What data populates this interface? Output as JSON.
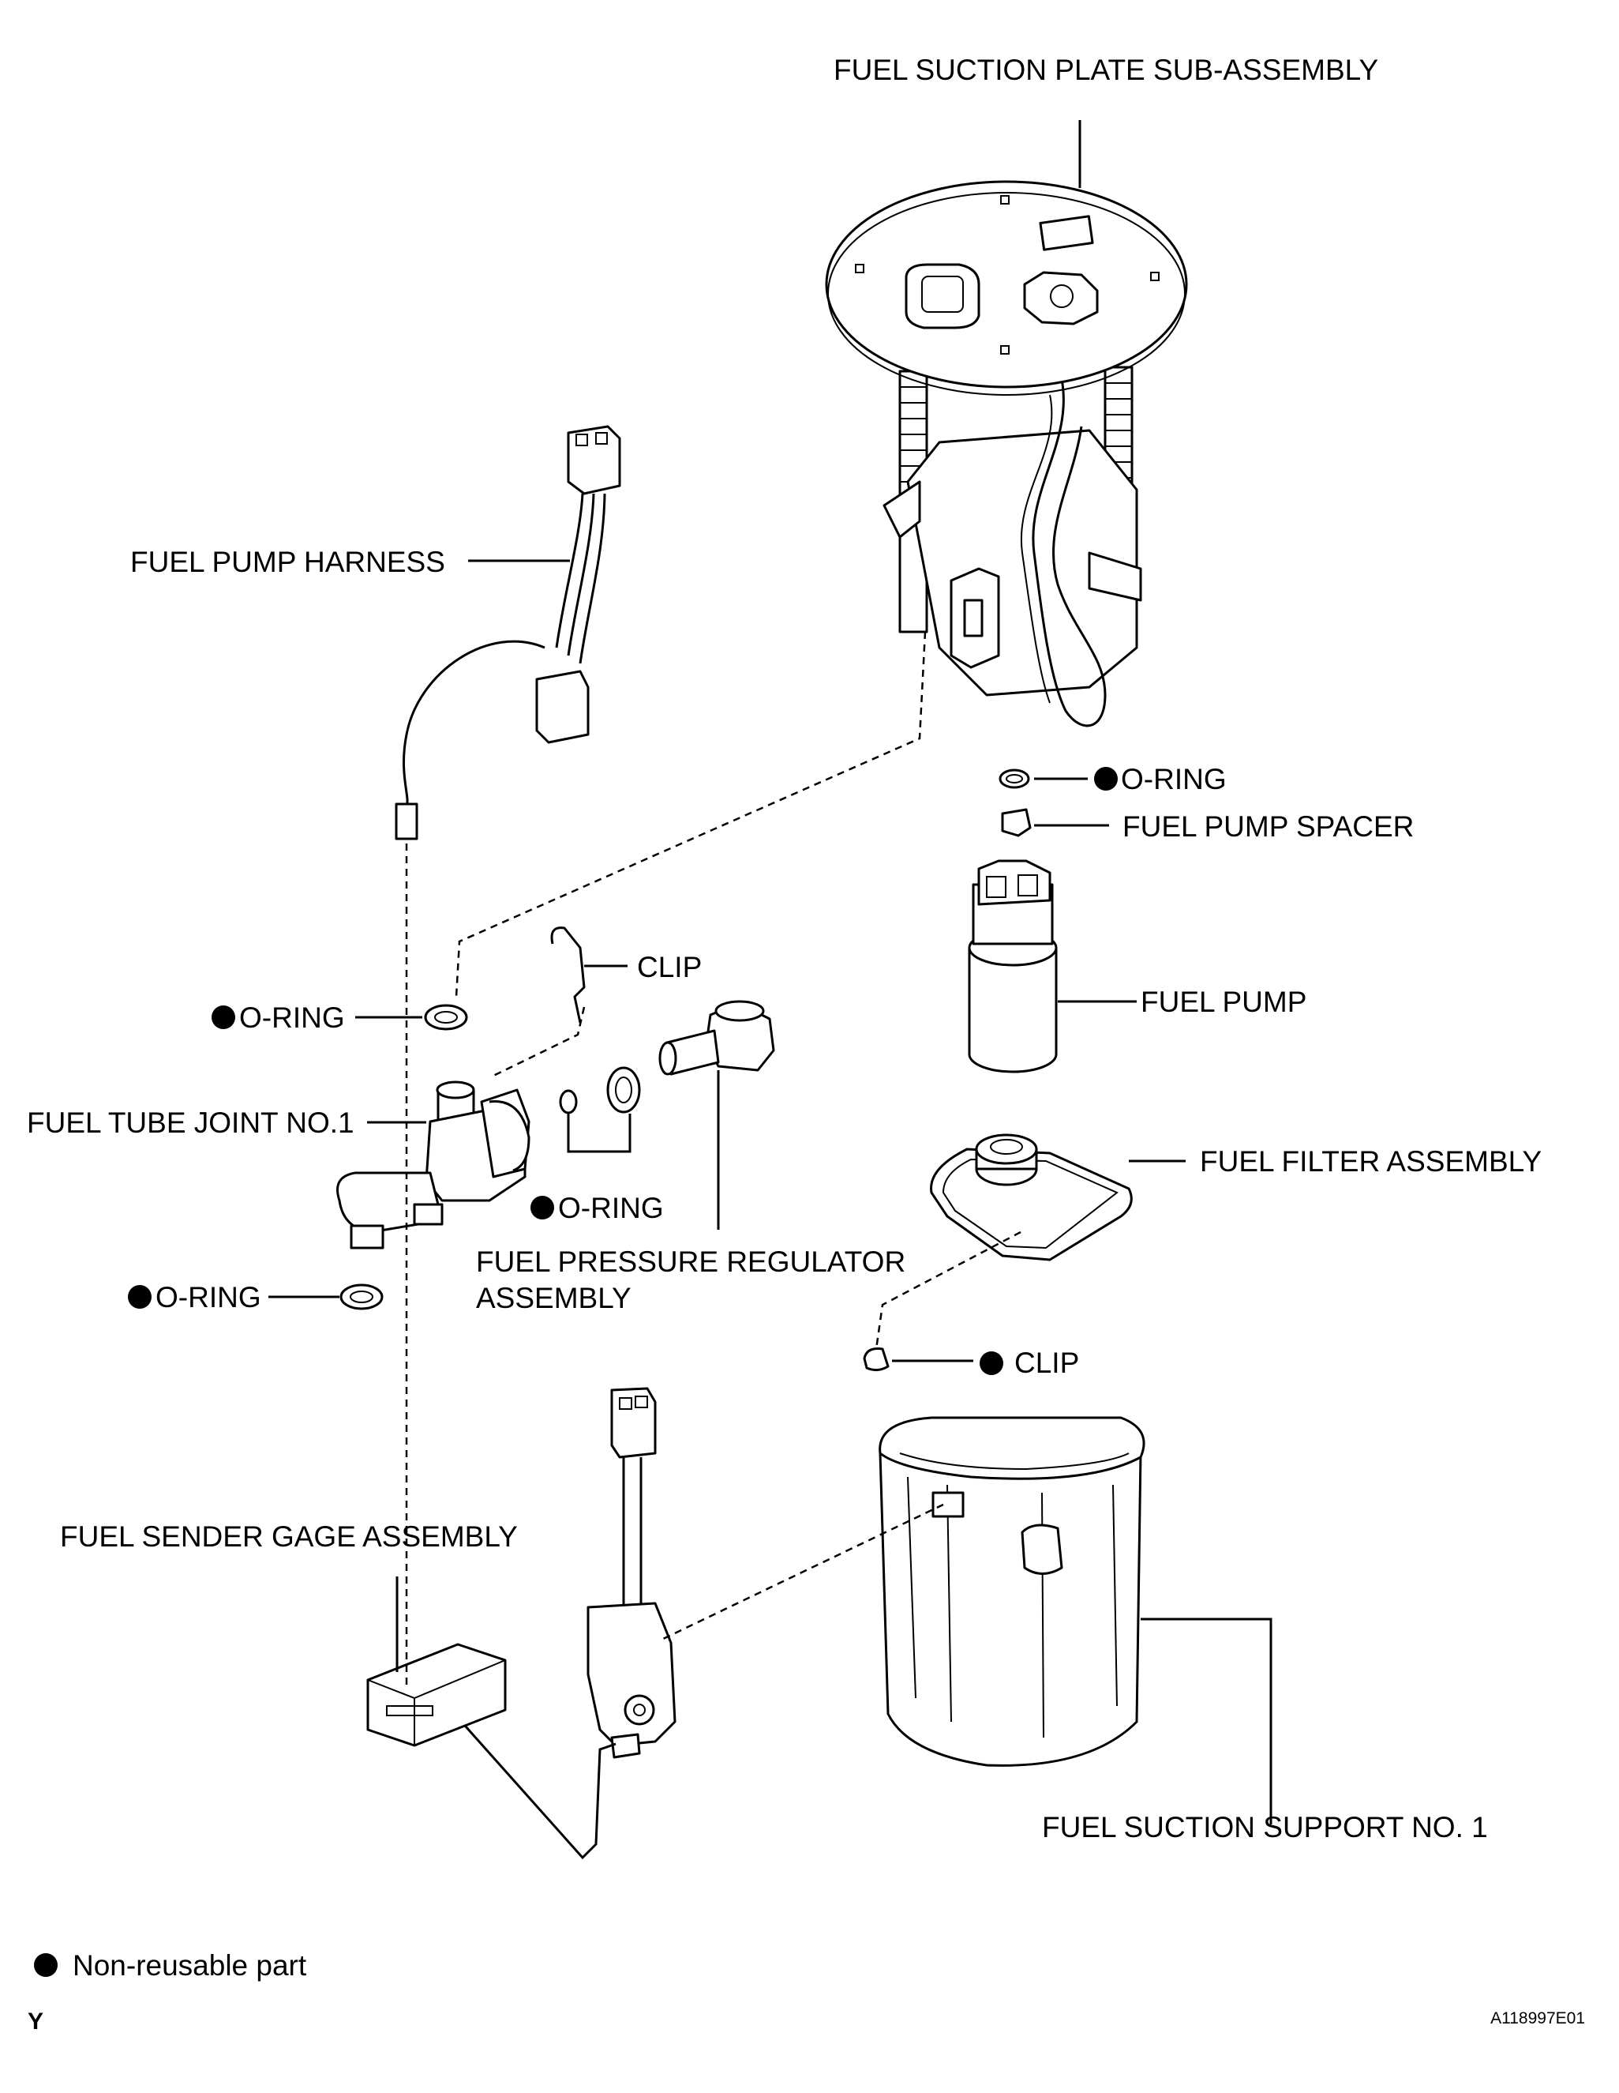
{
  "labels": {
    "fuel_suction_plate": "FUEL SUCTION PLATE SUB-ASSEMBLY",
    "fuel_pump_harness": "FUEL PUMP HARNESS",
    "o_ring_pump_top": "O-RING",
    "fuel_pump_spacer": "FUEL PUMP SPACER",
    "clip_upper": "CLIP",
    "o_ring_left": "O-RING",
    "fuel_pump": "FUEL PUMP",
    "fuel_tube_joint": "FUEL TUBE JOINT NO.1",
    "fuel_filter": "FUEL FILTER ASSEMBLY",
    "o_ring_regulator": "O-RING",
    "fuel_pressure_regulator_line1": "FUEL PRESSURE REGULATOR",
    "fuel_pressure_regulator_line2": "ASSEMBLY",
    "o_ring_lower": "O-RING",
    "clip_lower": "CLIP",
    "fuel_sender_gage": "FUEL SENDER GAGE ASSEMBLY",
    "fuel_suction_support": "FUEL SUCTION SUPPORT NO. 1"
  },
  "legend": {
    "text": "Non-reusable part"
  },
  "footer": {
    "left_mark": "Y",
    "figure_id": "A118997E01"
  },
  "colors": {
    "line": "#000000",
    "background": "#ffffff"
  }
}
